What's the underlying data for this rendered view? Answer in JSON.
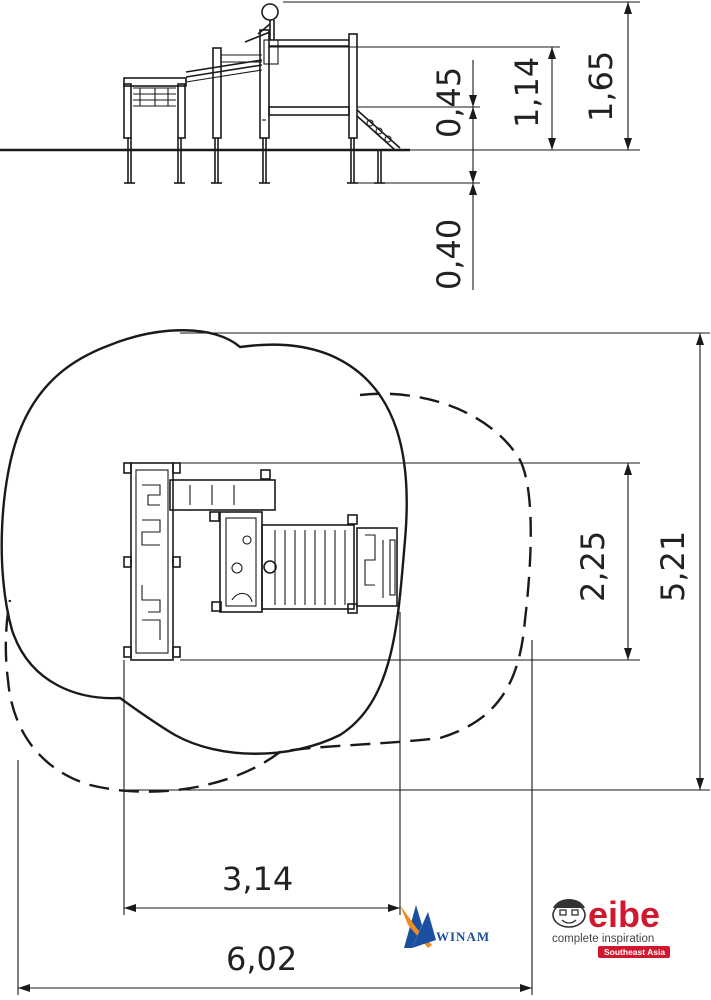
{
  "elevation_dims": {
    "platform_height": "0,45",
    "rail_height": "1,14",
    "total_height": "1,65",
    "foundation_depth": "0,40"
  },
  "plan_dims": {
    "equipment_depth": "2,25",
    "safety_area_depth": "5,21",
    "equipment_width": "3,14",
    "safety_area_width": "6,02"
  },
  "logos": {
    "winam": "WINAM",
    "eibe_brand": "eibe",
    "eibe_tagline": "complete inspiration",
    "eibe_region": "Southeast Asia"
  },
  "colors": {
    "line": "#1a1a1a",
    "eibe_red": "#d0182e",
    "winam_blue": "#1b4fa0",
    "winam_orange": "#f28c1e"
  }
}
